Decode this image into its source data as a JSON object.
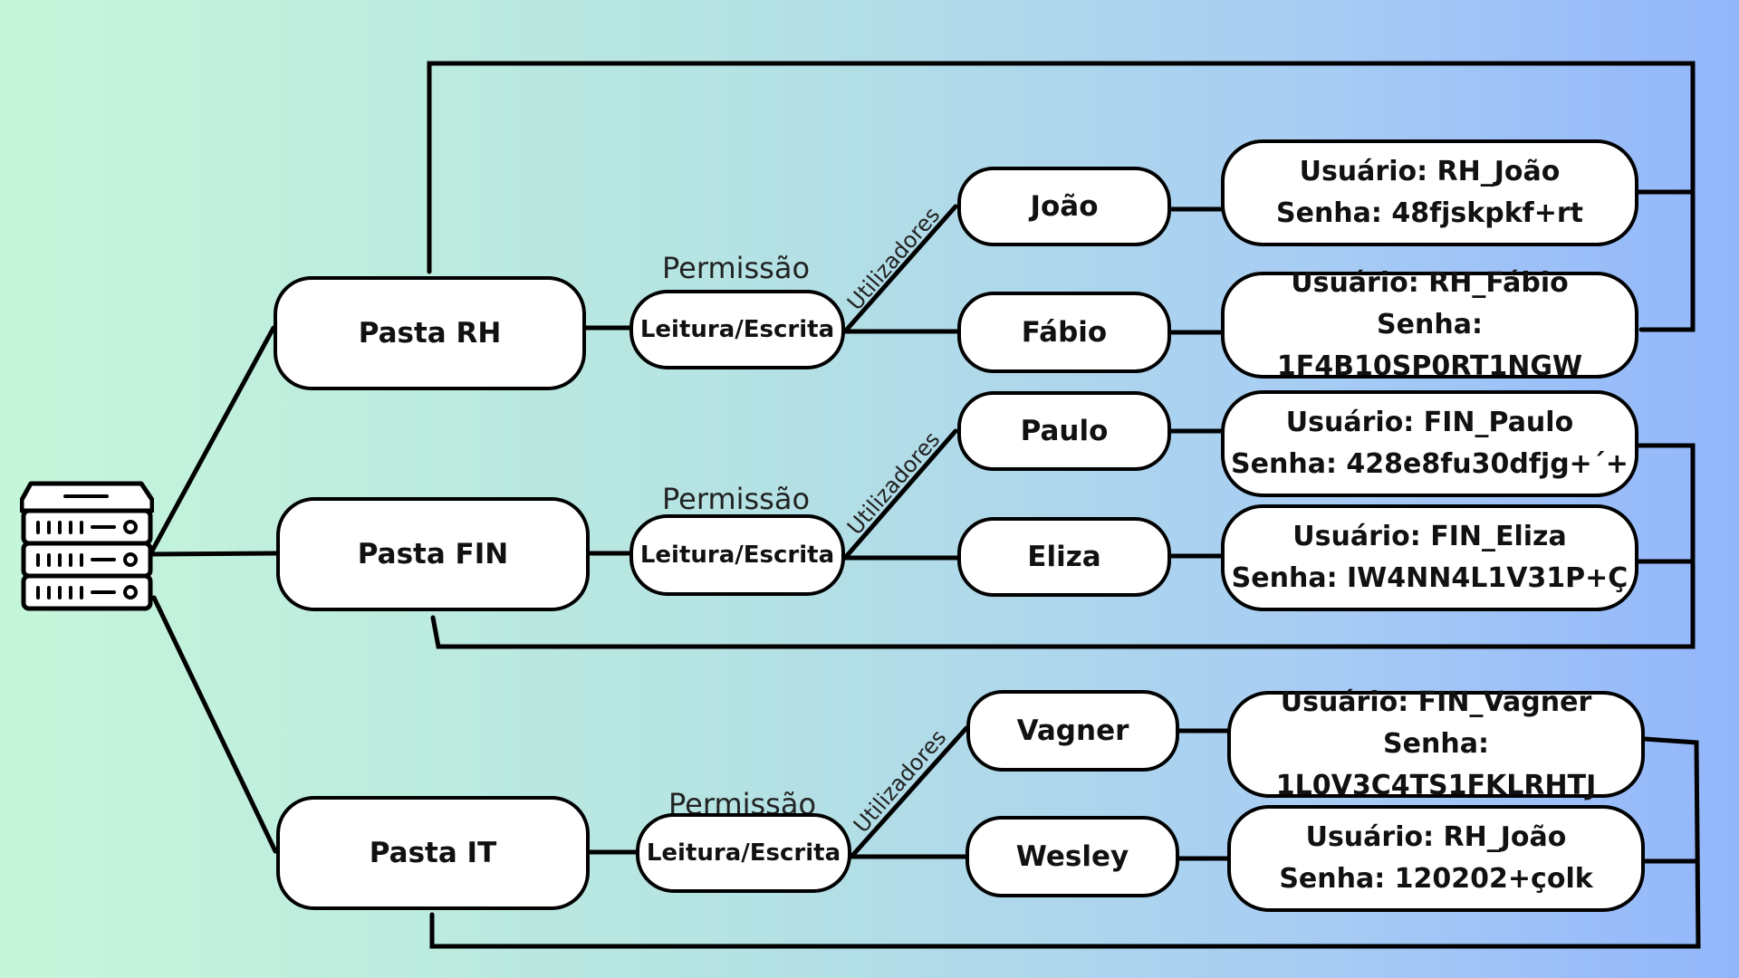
{
  "server": {
    "icon": "server-icon"
  },
  "folders": [
    {
      "name": "Pasta RH",
      "permission_title": "Permissão",
      "permission": "Leitura/Escrita",
      "users_label": "Utilizadores",
      "users": [
        {
          "name": "João",
          "credential": {
            "user": "Usuário: RH_João",
            "password": "Senha: 48fjskpkf+rt"
          }
        },
        {
          "name": "Fábio",
          "credential": {
            "user": "Usuário: RH_Fábio",
            "password": "Senha: 1F4B10SP0RT1NGW"
          }
        }
      ]
    },
    {
      "name": "Pasta FIN",
      "permission_title": "Permissão",
      "permission": "Leitura/Escrita",
      "users_label": "Utilizadores",
      "users": [
        {
          "name": "Paulo",
          "credential": {
            "user": "Usuário: FIN_Paulo",
            "password": "Senha: 428e8fu30dfjg+´+"
          }
        },
        {
          "name": "Eliza",
          "credential": {
            "user": "Usuário: FIN_Eliza",
            "password": "Senha: IW4NN4L1V31P+Ç"
          }
        }
      ]
    },
    {
      "name": "Pasta IT",
      "permission_title": "Permissão",
      "permission": "Leitura/Escrita",
      "users_label": "Utilizadores",
      "users": [
        {
          "name": "Vagner",
          "credential": {
            "user": "Usuário: FIN_Vagner",
            "password": "Senha: 1L0V3C4TS1FKLRHTJ"
          }
        },
        {
          "name": "Wesley",
          "credential": {
            "user": "Usuário: RH_João",
            "password": "Senha: 120202+çolk"
          }
        }
      ]
    }
  ]
}
